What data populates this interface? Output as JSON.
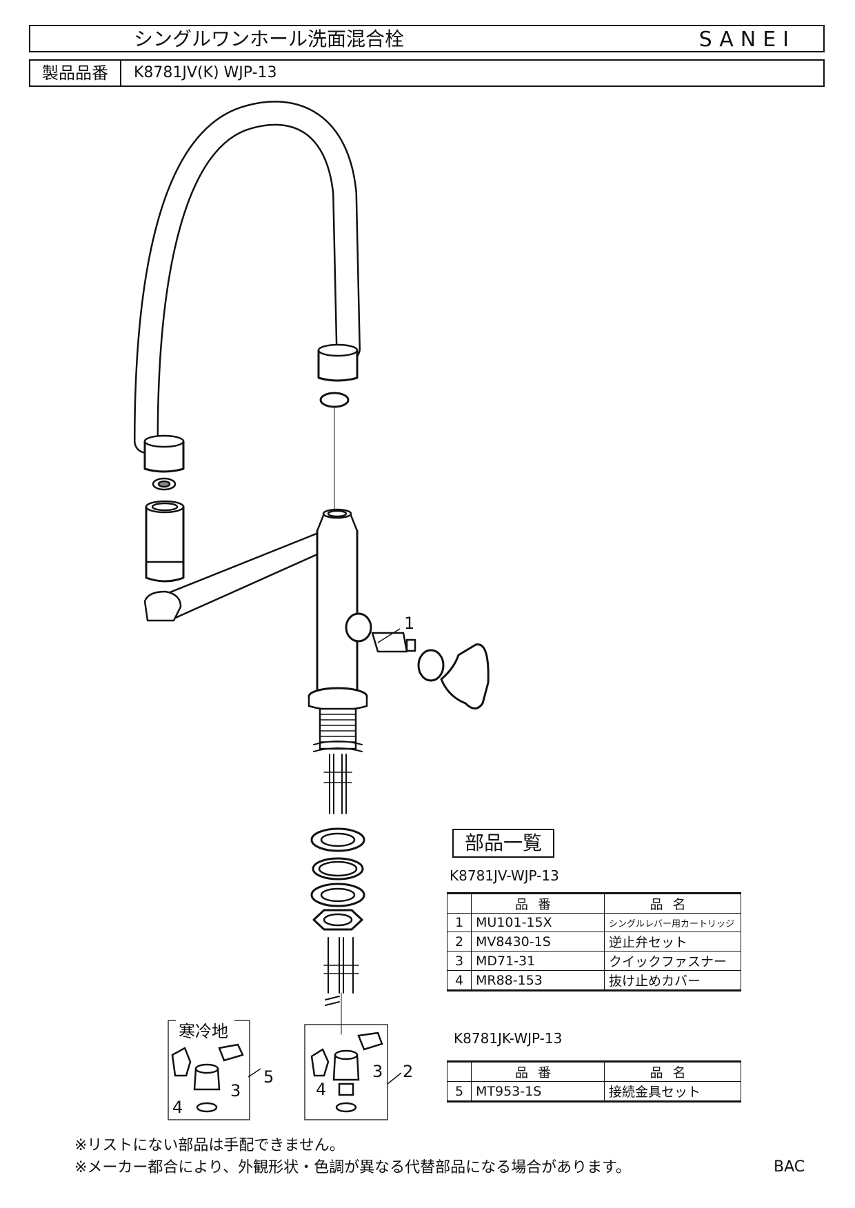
{
  "header": {
    "title": "シングルワンホール洗面混合栓",
    "brand": "SANEI",
    "product_no_label": "製品品番",
    "product_no_value": "K8781JV(K) WJP-13"
  },
  "diagram": {
    "callouts": [
      "1",
      "2",
      "3",
      "4",
      "5",
      "3",
      "4"
    ],
    "cold_region_label": "寒冷地"
  },
  "parts": {
    "heading": "部品一覧",
    "table1": {
      "caption": "K8781JV-WJP-13",
      "headers": [
        "",
        "品番",
        "品名"
      ],
      "rows": [
        {
          "no": "1",
          "code": "MU101-15X",
          "name": "シングルレバー用カートリッジ"
        },
        {
          "no": "2",
          "code": "MV8430-1S",
          "name": "逆止弁セット"
        },
        {
          "no": "3",
          "code": "MD71-31",
          "name": "クイックファスナー"
        },
        {
          "no": "4",
          "code": "MR88-153",
          "name": "抜け止めカバー"
        }
      ]
    },
    "table2": {
      "caption": "K8781JK-WJP-13",
      "headers": [
        "",
        "品番",
        "品名"
      ],
      "rows": [
        {
          "no": "5",
          "code": "MT953-1S",
          "name": "接続金具セット"
        }
      ]
    }
  },
  "notes": [
    "※リストにない部品は手配できません。",
    "※メーカー都合により、外観形状・色調が異なる代替部品になる場合があります。"
  ],
  "footer_code": "BAC"
}
